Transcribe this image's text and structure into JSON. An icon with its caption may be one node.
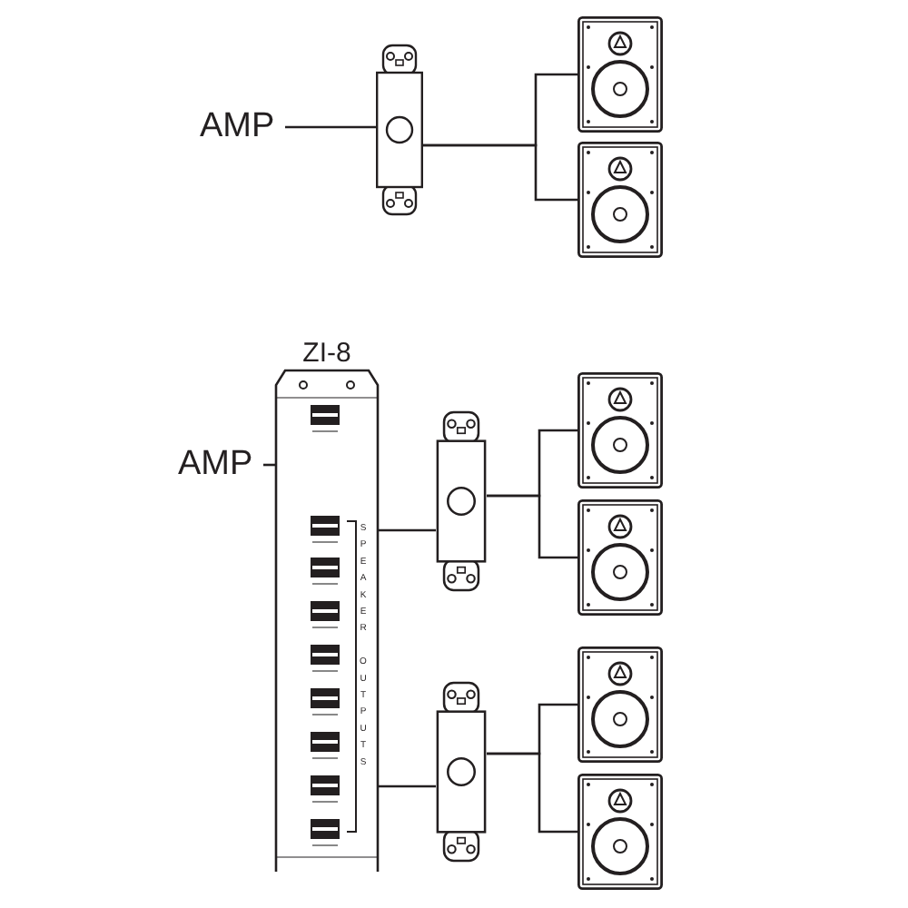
{
  "diagram": {
    "nodes": [
      {
        "text": [
          "AMP"
        ]
      },
      {
        "text": [],
        "shape": "picture"
      },
      {
        "text": [],
        "shape": "picture"
      },
      {
        "text": [],
        "shape": "picture"
      },
      {
        "text": [
          "AMP"
        ]
      },
      {
        "text": [
          "ZI-8",
          "SPEAKER OUTPUTS"
        ]
      },
      {
        "text": [],
        "shape": "picture"
      },
      {
        "text": [],
        "shape": "picture"
      },
      {
        "text": [],
        "shape": "picture"
      },
      {
        "text": [],
        "shape": "picture"
      },
      {
        "text": [],
        "shape": "picture"
      },
      {
        "text": [],
        "shape": "picture"
      }
    ],
    "edges": [
      {
        "from": 0,
        "to": 1,
        "arrow": "none"
      },
      {
        "from": 1,
        "to": 2,
        "arrow": "none"
      },
      {
        "from": 1,
        "to": 3,
        "arrow": "none"
      },
      {
        "from": 4,
        "to": 5,
        "arrow": "none"
      },
      {
        "from": 5,
        "to": 6,
        "arrow": "none"
      },
      {
        "from": 6,
        "to": 7,
        "arrow": "none"
      },
      {
        "from": 6,
        "to": 8,
        "arrow": "none"
      },
      {
        "from": 5,
        "to": 9,
        "arrow": "none"
      },
      {
        "from": 9,
        "to": 10,
        "arrow": "none"
      },
      {
        "from": 9,
        "to": 11,
        "arrow": "none"
      }
    ]
  }
}
